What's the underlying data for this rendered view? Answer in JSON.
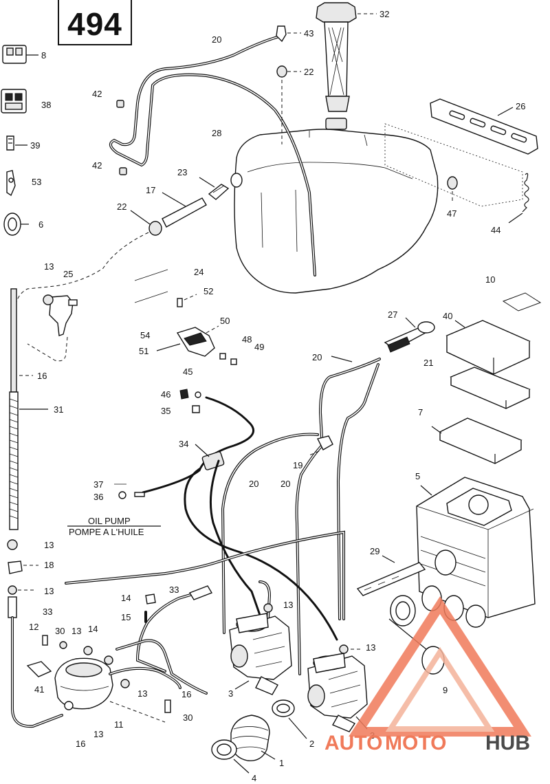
{
  "page": {
    "number": "494"
  },
  "labels": {
    "oil_pump_en": "OIL PUMP",
    "oil_pump_fr": "POMPE A L'HUILE"
  },
  "callouts": [
    {
      "id": "c8",
      "text": "8"
    },
    {
      "id": "c38",
      "text": "38"
    },
    {
      "id": "c39",
      "text": "39"
    },
    {
      "id": "c53",
      "text": "53"
    },
    {
      "id": "c6",
      "text": "6"
    },
    {
      "id": "c20a",
      "text": "20"
    },
    {
      "id": "c43",
      "text": "43"
    },
    {
      "id": "c32",
      "text": "32"
    },
    {
      "id": "c22a",
      "text": "22"
    },
    {
      "id": "c42a",
      "text": "42"
    },
    {
      "id": "c26",
      "text": "26"
    },
    {
      "id": "c28",
      "text": "28"
    },
    {
      "id": "c42b",
      "text": "42"
    },
    {
      "id": "c23",
      "text": "23"
    },
    {
      "id": "c17",
      "text": "17"
    },
    {
      "id": "c22b",
      "text": "22"
    },
    {
      "id": "c47",
      "text": "47"
    },
    {
      "id": "c44",
      "text": "44"
    },
    {
      "id": "c13a",
      "text": "13"
    },
    {
      "id": "c25",
      "text": "25"
    },
    {
      "id": "c24",
      "text": "24"
    },
    {
      "id": "c52",
      "text": "52"
    },
    {
      "id": "c10",
      "text": "10"
    },
    {
      "id": "c27",
      "text": "27"
    },
    {
      "id": "c40",
      "text": "40"
    },
    {
      "id": "c50",
      "text": "50"
    },
    {
      "id": "c54",
      "text": "54"
    },
    {
      "id": "c48",
      "text": "48"
    },
    {
      "id": "c51",
      "text": "51"
    },
    {
      "id": "c49",
      "text": "49"
    },
    {
      "id": "c20b",
      "text": "20"
    },
    {
      "id": "c21",
      "text": "21"
    },
    {
      "id": "c16a",
      "text": "16"
    },
    {
      "id": "c45",
      "text": "45"
    },
    {
      "id": "c46",
      "text": "46"
    },
    {
      "id": "c35",
      "text": "35"
    },
    {
      "id": "c31",
      "text": "31"
    },
    {
      "id": "c7",
      "text": "7"
    },
    {
      "id": "c34",
      "text": "34"
    },
    {
      "id": "c19",
      "text": "19"
    },
    {
      "id": "c5",
      "text": "5"
    },
    {
      "id": "c37",
      "text": "37"
    },
    {
      "id": "c20c",
      "text": "20"
    },
    {
      "id": "c20d",
      "text": "20"
    },
    {
      "id": "c36",
      "text": "36"
    },
    {
      "id": "c13b",
      "text": "13"
    },
    {
      "id": "c29",
      "text": "29"
    },
    {
      "id": "c18",
      "text": "18"
    },
    {
      "id": "c13c",
      "text": "13"
    },
    {
      "id": "c14a",
      "text": "14"
    },
    {
      "id": "c33a",
      "text": "33"
    },
    {
      "id": "c13d",
      "text": "13"
    },
    {
      "id": "c15",
      "text": "15"
    },
    {
      "id": "c33b",
      "text": "33"
    },
    {
      "id": "c12",
      "text": "12"
    },
    {
      "id": "c30a",
      "text": "30"
    },
    {
      "id": "c13e",
      "text": "13"
    },
    {
      "id": "c14b",
      "text": "14"
    },
    {
      "id": "c13f",
      "text": "13"
    },
    {
      "id": "c41",
      "text": "41"
    },
    {
      "id": "c13g",
      "text": "13"
    },
    {
      "id": "c16b",
      "text": "16"
    },
    {
      "id": "c3a",
      "text": "3"
    },
    {
      "id": "c9",
      "text": "9"
    },
    {
      "id": "c30b",
      "text": "30"
    },
    {
      "id": "c11",
      "text": "11"
    },
    {
      "id": "c3b",
      "text": "3"
    },
    {
      "id": "c16c",
      "text": "16"
    },
    {
      "id": "c13h",
      "text": "13"
    },
    {
      "id": "c2",
      "text": "2"
    },
    {
      "id": "c1",
      "text": "1"
    },
    {
      "id": "c4",
      "text": "4"
    }
  ],
  "watermark": {
    "part1": "AUTO",
    "part2": "MOTO",
    "part3": "HUB",
    "color_primary": "#f07a5a",
    "color_secondary": "#f4b29a",
    "color_dark": "#4a4a4a"
  }
}
